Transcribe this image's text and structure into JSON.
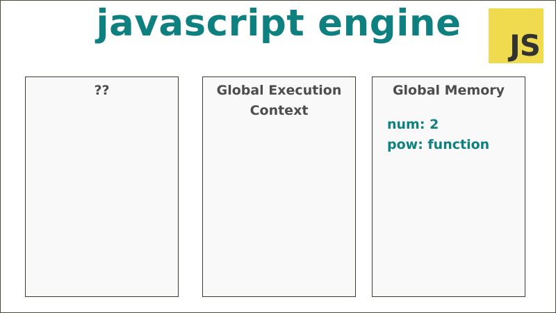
{
  "title": "javascript engine",
  "logo": {
    "text": "JS",
    "color": "#f0db4f"
  },
  "panels": [
    {
      "title": "??",
      "items": []
    },
    {
      "title": "Global Execution Context",
      "items": []
    },
    {
      "title": "Global Memory",
      "items": [
        "num: 2",
        "pow: function"
      ]
    }
  ],
  "colors": {
    "accent": "#0f8080",
    "panel_title": "#4d4d4d",
    "panel_bg": "#f9f9f9"
  }
}
